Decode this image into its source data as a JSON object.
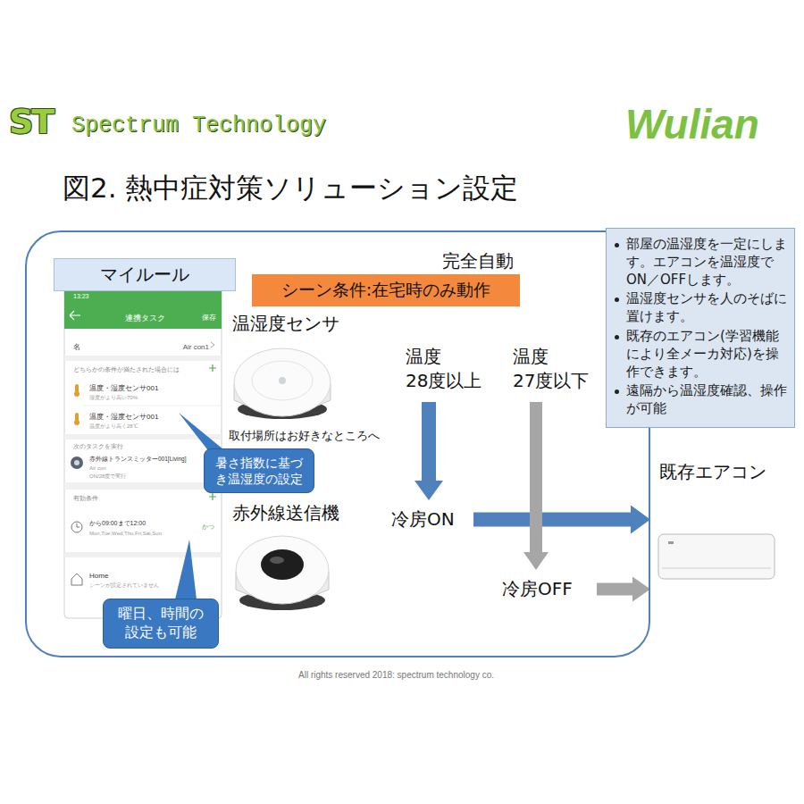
{
  "diagram": {
    "title": "図2. 熱中症対策ソリューション設定",
    "nodes": [
      {
        "text": [
          "完全自動"
        ]
      },
      {
        "text": [
          "マイルール"
        ],
        "in": 0
      },
      {
        "text": [
          "13:23",
          "連携タスク",
          "保存",
          "名",
          "Air con1",
          "どちらかの条件が満たされた場合には",
          "温度・湿度センサ001",
          "湿度がより高い70%",
          "温度・湿度センサ001",
          "温度がより高く28℃",
          "次のタスクを実行",
          "赤外線トランスミッター001[Living]",
          "Air con",
          "ON/28度で実行",
          "有効条件",
          "から09:00まで12:00",
          "Mon,Tue,Wed,Thu,Fri,Sat,Sun",
          "かつ",
          "Home",
          "シーンが設定されていません"
        ],
        "in": 0
      },
      {
        "text": [
          "暑さ指数に基づき温湿度の設定"
        ],
        "in": 0
      },
      {
        "text": [
          "曜日、時間の設定も可能"
        ],
        "in": 0
      },
      {
        "text": [
          "シーン条件:在宅時のみ動作"
        ],
        "in": 0
      },
      {
        "text": [
          "温湿度センサ",
          "取付場所はお好きなところへ"
        ],
        "in": 0
      },
      {
        "text": [
          "赤外線送信機"
        ],
        "in": 0
      },
      {
        "text": [
          "温度 28度以上"
        ],
        "in": 0
      },
      {
        "text": [
          "温度 27度以下"
        ],
        "in": 0
      },
      {
        "text": [
          "冷房ON"
        ],
        "in": 0
      },
      {
        "text": [
          "冷房OFF"
        ],
        "in": 0
      },
      {
        "text": [
          "既存エアコン"
        ]
      },
      {
        "text": [
          "部屋の温湿度を一定にします。エアコンを温湿度でON／OFFします。",
          "温湿度センサを人のそばに置けます。",
          "既存のエアコン(学習機能により全メーカ対応)を操作できます。",
          "遠隔から温湿度確認、操作が可能"
        ]
      }
    ],
    "edges": [
      {
        "from": 8,
        "to": 10,
        "arrow": "to"
      },
      {
        "from": 10,
        "to": 12,
        "arrow": "to"
      },
      {
        "from": 9,
        "to": 11,
        "arrow": "to"
      },
      {
        "from": 11,
        "to": 12,
        "arrow": "to"
      }
    ],
    "labels": [
      "ST",
      "Spectrum Technology",
      "Wulian",
      "All rights reserved 2018: spectrum technology co."
    ]
  }
}
